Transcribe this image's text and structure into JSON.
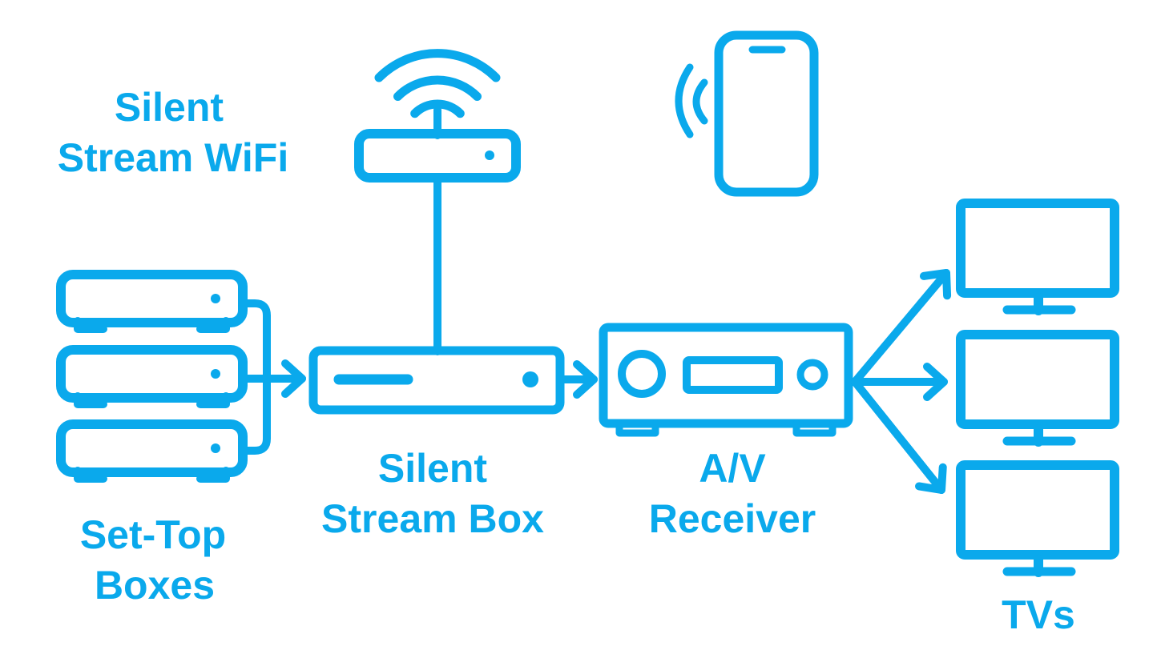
{
  "colors": {
    "accent": "#0aa9ec",
    "background": "#ffffff"
  },
  "labels": {
    "wifi": {
      "line1": "Silent",
      "line2": "Stream WiFi"
    },
    "stream_box": {
      "line1": "Silent",
      "line2": "Stream Box"
    },
    "receiver": {
      "line1": "A/V",
      "line2": "Receiver"
    },
    "set_top": {
      "line1": "Set-Top",
      "line2": "Boxes"
    },
    "tvs": "TVs"
  },
  "components": [
    {
      "id": "wifi-router",
      "label": "Silent Stream WiFi",
      "icon": "wifi-router-icon"
    },
    {
      "id": "smartphone",
      "label": "",
      "icon": "smartphone-icon"
    },
    {
      "id": "set-top-boxes",
      "label": "Set-Top Boxes",
      "icon": "set-top-box-stack-icon",
      "count": 3
    },
    {
      "id": "silent-stream-box",
      "label": "Silent Stream Box",
      "icon": "stream-box-icon"
    },
    {
      "id": "av-receiver",
      "label": "A/V Receiver",
      "icon": "av-receiver-icon"
    },
    {
      "id": "tvs",
      "label": "TVs",
      "icon": "tv-icon",
      "count": 3
    }
  ],
  "connections": [
    {
      "from": "set-top-boxes",
      "to": "silent-stream-box",
      "style": "arrow"
    },
    {
      "from": "wifi-router",
      "to": "silent-stream-box",
      "style": "line"
    },
    {
      "from": "silent-stream-box",
      "to": "av-receiver",
      "style": "arrow"
    },
    {
      "from": "av-receiver",
      "to": "tvs",
      "style": "arrow-fan",
      "count": 3
    }
  ]
}
